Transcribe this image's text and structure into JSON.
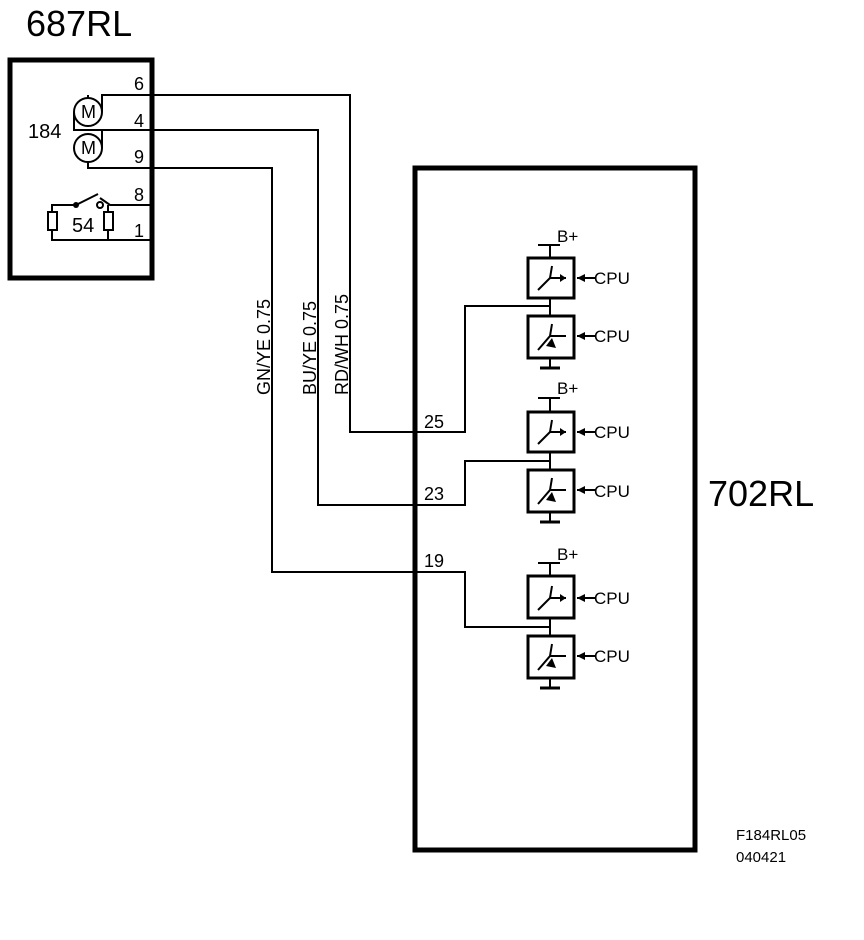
{
  "component_687": {
    "title": "687RL",
    "motor_id": "184",
    "motor_symbol": "M",
    "switch_id": "54",
    "pins": [
      "6",
      "4",
      "9",
      "8",
      "1"
    ]
  },
  "component_702": {
    "title": "702RL",
    "pins": [
      "25",
      "23",
      "19"
    ],
    "supply_label": "B+",
    "cpu_label": "CPU"
  },
  "wires": [
    {
      "label": "GN/YE  0.75"
    },
    {
      "label": "BU/YE  0.75"
    },
    {
      "label": "RD/WH  0.75"
    }
  ],
  "footer": {
    "code": "F184RL05",
    "date": "040421"
  }
}
